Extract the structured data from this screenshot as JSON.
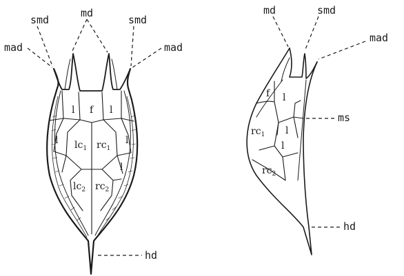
{
  "labels": {
    "md": "md",
    "smd": "smd",
    "mad": "mad",
    "ms": "ms",
    "hd": "hd"
  },
  "plates": {
    "l": "l",
    "f": "f",
    "lc": "lc",
    "rc": "rc",
    "sub1": "1",
    "sub2": "2"
  }
}
